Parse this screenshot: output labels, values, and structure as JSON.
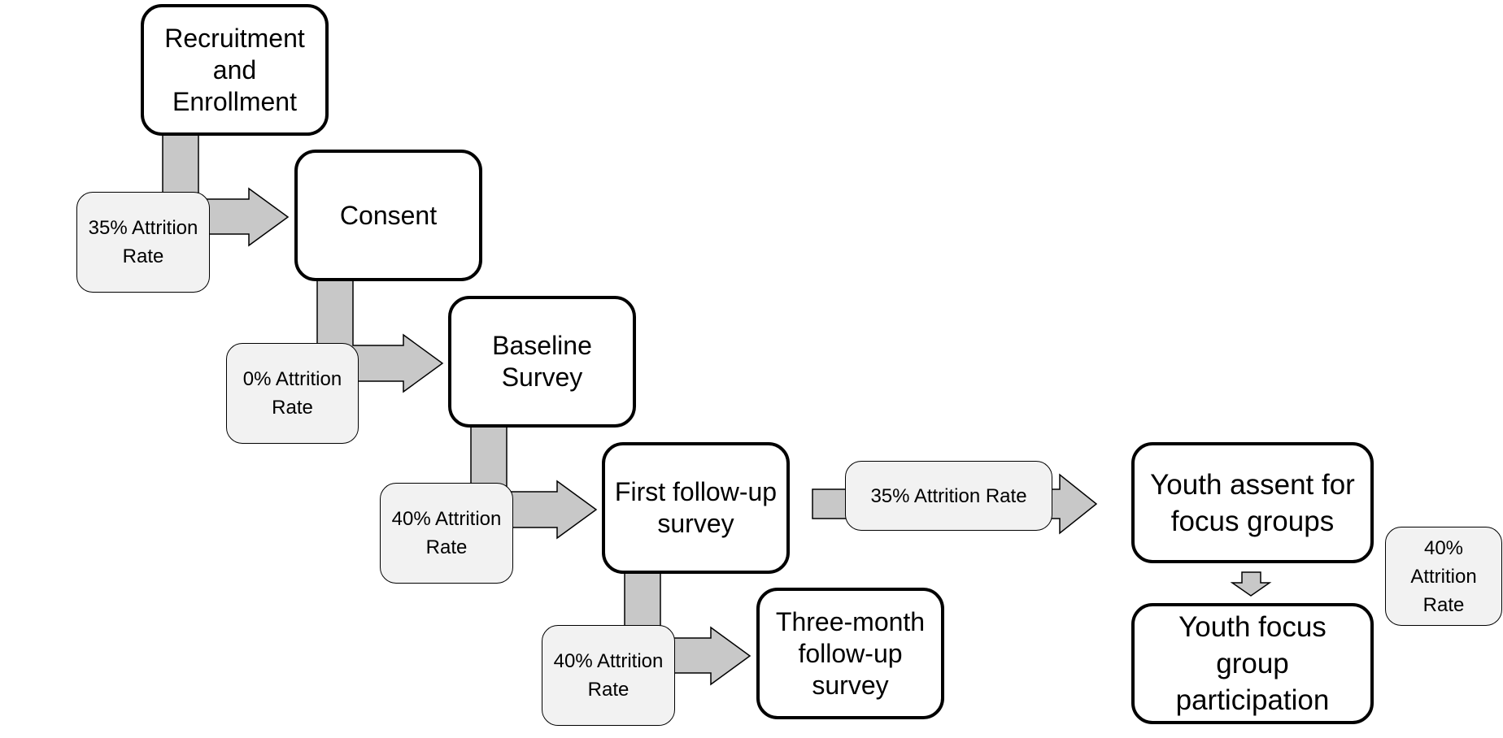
{
  "stages": {
    "recruitment": "Recruitment and Enrollment",
    "consent": "Consent",
    "baseline": "Baseline Survey",
    "first_followup": "First follow-up survey",
    "three_month": "Three-month follow-up survey",
    "youth_assent": "Youth assent for focus groups",
    "youth_focus": "Youth focus group participation"
  },
  "attrition": {
    "recruitment_to_consent": "35% Attrition Rate",
    "consent_to_baseline": "0% Attrition Rate",
    "baseline_to_first": "40% Attrition Rate",
    "first_to_three_month": "40% Attrition Rate",
    "first_to_youth_assent": "35% Attrition Rate",
    "assent_to_focus": "40% Attrition Rate"
  },
  "colors": {
    "connector_fill": "#c8c8c8",
    "attrition_fill": "#f2f2f2",
    "stage_border": "#000000"
  }
}
